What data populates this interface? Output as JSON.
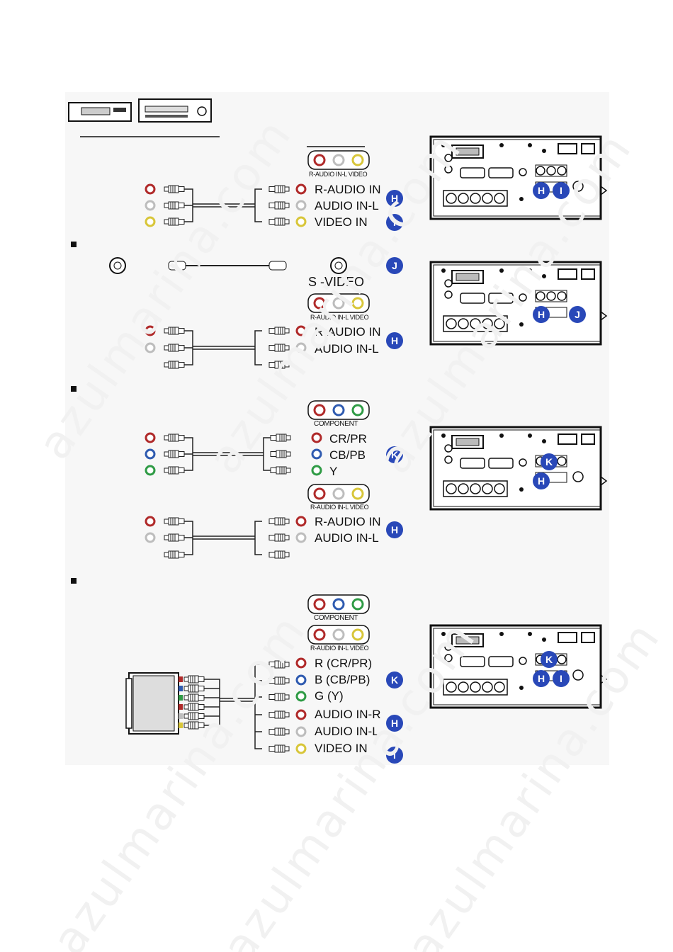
{
  "watermark_text": "azulmarina.com",
  "colors": {
    "red": "#b02a2a",
    "white": "#bdbdbd",
    "yellow": "#d8c63a",
    "blue": "#2f5bb0",
    "green": "#2f9b45",
    "badge": "#2948b8"
  },
  "badges": {
    "H": "H",
    "I": "I",
    "J": "J",
    "K": "K"
  },
  "icons": [
    "vcr-icon",
    "dvd-player-icon",
    "scart-adapter-icon",
    "svideo-jack-icon",
    "rca-plug-icon",
    "projector-rear-panel-icon"
  ],
  "section1": {
    "panel_label": "R-AUDIO IN-L VIDEO",
    "labels": [
      "R-AUDIO IN",
      "AUDIO IN-L",
      "VIDEO IN"
    ]
  },
  "section2": {
    "svideo_label": "S -VIDEO",
    "panel_label": "R-AUDIO IN-L VIDEO",
    "labels": [
      "R-AUDIO IN",
      "AUDIO IN-L"
    ]
  },
  "section3": {
    "component_label": "COMPONENT",
    "component_labels": [
      "CR/PR",
      "CB/PB",
      "Y"
    ],
    "panel_label": "R-AUDIO IN-L VIDEO",
    "audio_labels": [
      "R-AUDIO IN",
      "AUDIO IN-L"
    ]
  },
  "section4": {
    "component_label": "COMPONENT",
    "panel_label": "R-AUDIO IN-L VIDEO",
    "labels": [
      "R (CR/PR)",
      "B (CB/PB)",
      "G (Y)",
      "AUDIO IN-R",
      "AUDIO IN-L",
      "VIDEO IN"
    ]
  }
}
